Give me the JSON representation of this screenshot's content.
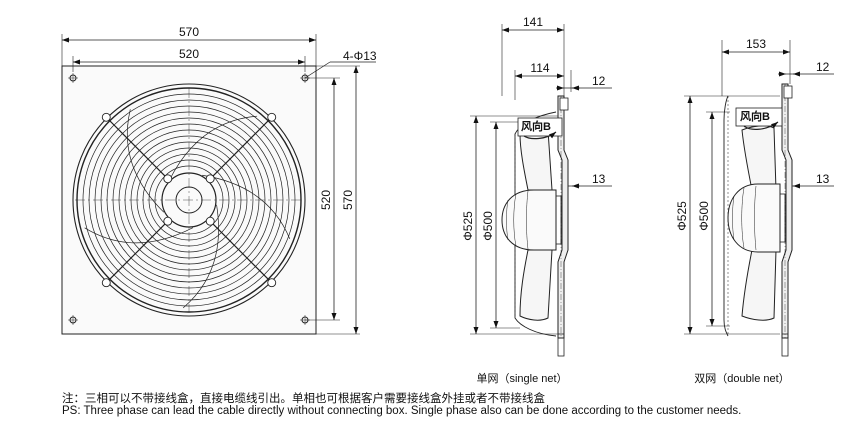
{
  "front_view": {
    "width_overall": "570",
    "width_holes": "520",
    "height_holes": "520",
    "height_overall": "570",
    "mount_holes": "4-Φ13"
  },
  "single_net_view": {
    "depth_overall": "141",
    "depth_body": "114",
    "plate_thickness": "12",
    "hub_gap": "13",
    "diameter_outer": "Φ525",
    "diameter_inner": "Φ500",
    "airflow_label": "风向B",
    "caption": "单网（single net）"
  },
  "double_net_view": {
    "depth_overall": "153",
    "plate_thickness": "12",
    "hub_gap": "13",
    "diameter_outer": "Φ525",
    "diameter_inner": "Φ500",
    "airflow_label": "风向B",
    "caption": "双网（double net）"
  },
  "notes": {
    "chinese": "注：三相可以不带接线盒，直接电缆线引出。单相也可根据客户需要接线盒外挂或者不带接线盒",
    "english": "PS: Three phase can lead the cable directly without connecting box. Single phase also can be done according to the customer needs."
  }
}
